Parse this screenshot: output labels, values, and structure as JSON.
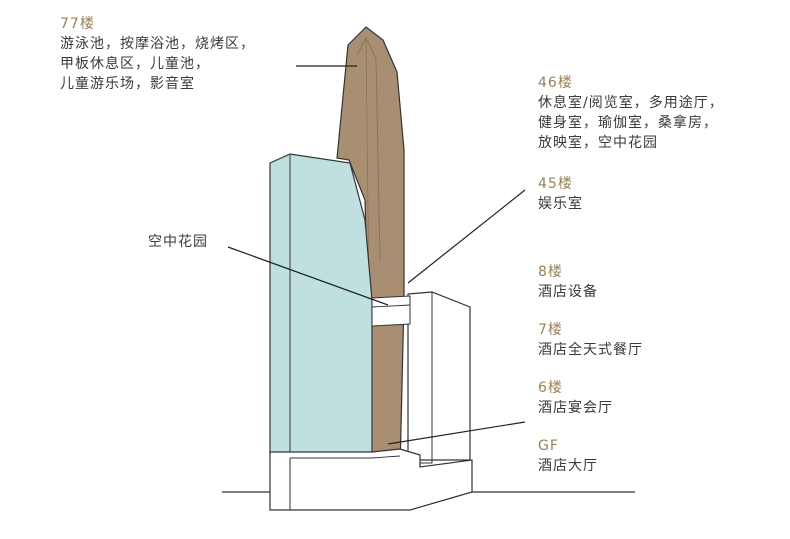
{
  "colors": {
    "tower_brown": "#a88f72",
    "tower_brown_dark": "#8c7458",
    "tower_teal": "#bfe0de",
    "outline": "#333333",
    "floor_text": "#9b7f57",
    "text": "#3a3a3a"
  },
  "labels": {
    "f77": {
      "floor": "77楼",
      "lines": [
        "游泳池，按摩浴池，烧烤区，",
        "甲板休息区，儿童池，",
        "儿童游乐场，影音室"
      ]
    },
    "f46": {
      "floor": "46楼",
      "lines": [
        "休息室/阅览室，多用途厅，",
        "健身室，瑜伽室，桑拿房，",
        "放映室，空中花园"
      ]
    },
    "f45": {
      "floor": "45楼",
      "lines": [
        "娱乐室"
      ]
    },
    "garden": {
      "text": "空中花园"
    },
    "f8": {
      "floor": "8楼",
      "lines": [
        "酒店设备"
      ]
    },
    "f7": {
      "floor": "7楼",
      "lines": [
        "酒店全天式餐厅"
      ]
    },
    "f6": {
      "floor": "6楼",
      "lines": [
        "酒店宴会厅"
      ]
    },
    "gf": {
      "floor": "GF",
      "lines": [
        "酒店大厅"
      ]
    }
  }
}
